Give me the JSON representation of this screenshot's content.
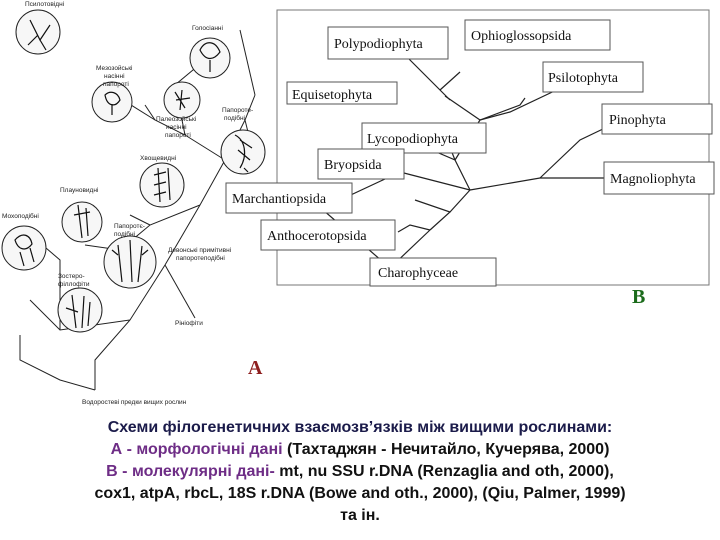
{
  "panel_a": {
    "letter": "A",
    "letter_color": "#8e1f1f",
    "labels": {
      "top_cut": "Псилотовідні",
      "golosiani": "Голосіанні",
      "mezozoic": [
        "Мезозойські",
        "насінні",
        "папороті"
      ],
      "paleozoic": [
        "Палеозойські",
        "насінні",
        "папороті"
      ],
      "paporote_podibni": [
        "Папороте-",
        "подібні"
      ],
      "hvoshchovidni": "Хвощевидні",
      "plaunovidni": "Плауновидні",
      "mohovidni": "Мохоподібні",
      "paporoto_podibni2": [
        "Папоротє-",
        "подібні"
      ],
      "zosterofity": [
        "Зостеро-",
        "філлофіти"
      ],
      "devonski": [
        "Девонські примітивні",
        "папоротеподібні"
      ],
      "riniofity": "Рініофіти",
      "vodorosti": "Водоростеві предки вищих рослин"
    }
  },
  "panel_b": {
    "letter": "B",
    "letter_color": "#1b6b1b",
    "taxa": {
      "polypodiophyta": "Polypodiophyta",
      "ophioglossopsida": "Ophioglossopsida",
      "psilotophyta": "Psilotophyta",
      "equisetophyta": "Equisetophyta",
      "pinophyta": "Pinophyta",
      "lycopodiophyta": "Lycopodiophyta",
      "bryopsida": "Bryopsida",
      "magnoliophyta": "Magnoliophyta",
      "marchantiopsida": "Marchantiopsida",
      "anthocerotopsida": "Anthocerotopsida",
      "charophyceae": "Charophyceae"
    }
  },
  "caption": {
    "line1": "Схеми філогенетичних взаємозв’язків між вищими рослинами:",
    "line2a": "А - морфологічні дані",
    "line2b": " (Тахтаджян - Нечитайло, Кучерява, 2000)",
    "line3a": "B - молекулярні дані-",
    "line3b": " mt, nu SSU r.DNA  (Renzaglia and oth, 2000),",
    "line4": "cox1, atpA, rbcL, 18S r.DNA (Bowe and oth., 2000), (Qiu, Palmer, 1999)",
    "line5": "та  ін."
  }
}
